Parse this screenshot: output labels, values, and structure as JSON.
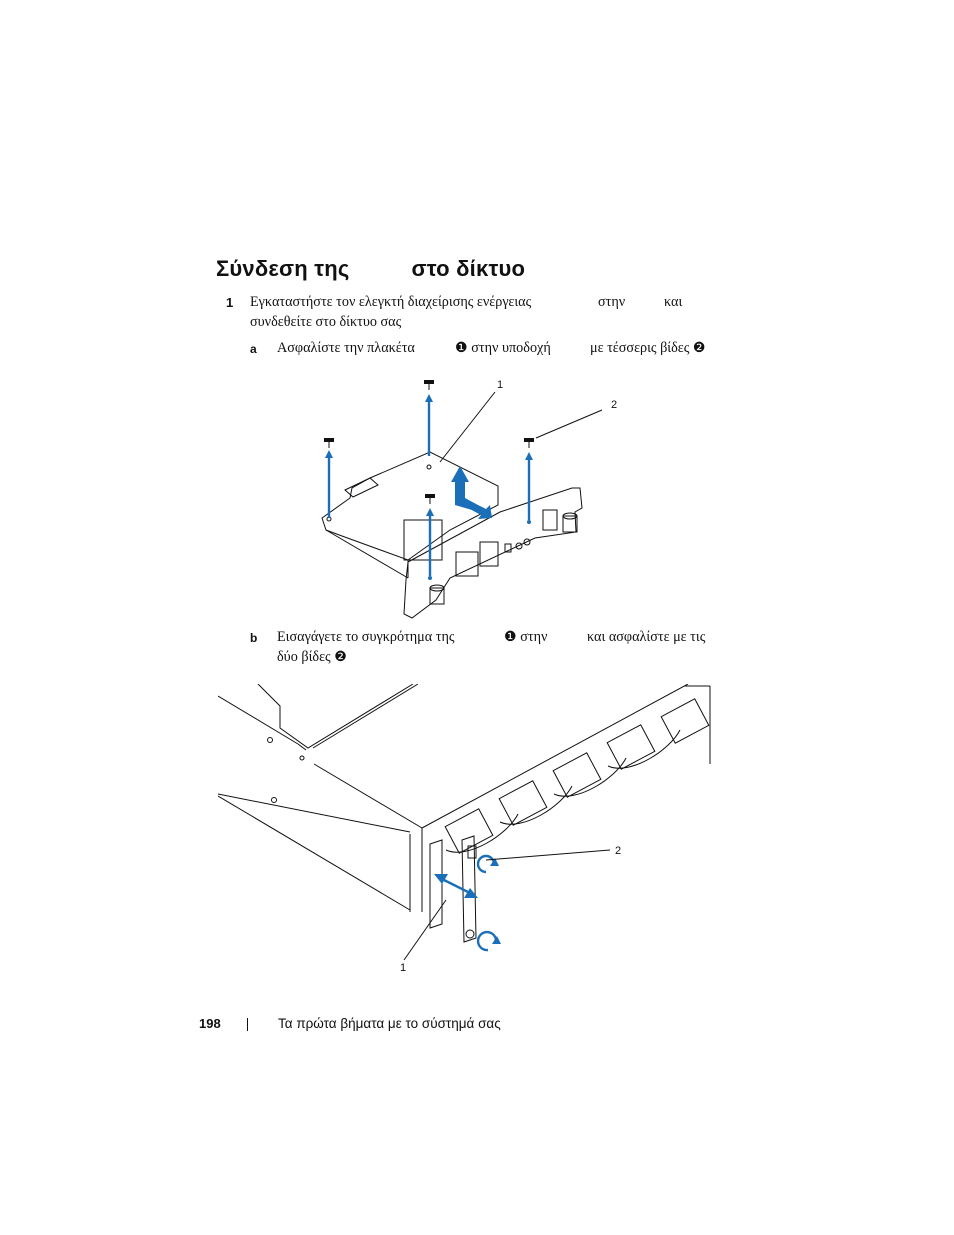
{
  "section": {
    "title_part1": "Σύνδεση της",
    "title_part2": "στο δίκτυο"
  },
  "step1": {
    "number": "1",
    "line1_a": "Εγκαταστήστε τον ελεγκτή διαχείρισης ενέργειας",
    "line1_b": "στην",
    "line1_c": "και",
    "line2": "συνδεθείτε στο δίκτυο σας"
  },
  "substep_a": {
    "letter": "a",
    "part1": "Ασφαλίστε την πλακέτα",
    "part2": "❶ στην υποδοχή",
    "part3": "με τέσσερις βίδες ❷"
  },
  "figure1": {
    "callout1": "1",
    "callout2": "2"
  },
  "substep_b": {
    "letter": "b",
    "part1": "Εισαγάγετε το συγκρότημα της",
    "part2": "❶ στην",
    "part3": "και ασφαλίστε με τις",
    "line2": "δύο βίδες ❷"
  },
  "figure2": {
    "callout2": "2",
    "callout1": "1"
  },
  "footer": {
    "page_number": "198",
    "text": "Τα πρώτα βήματα με το σύστημά σας"
  }
}
